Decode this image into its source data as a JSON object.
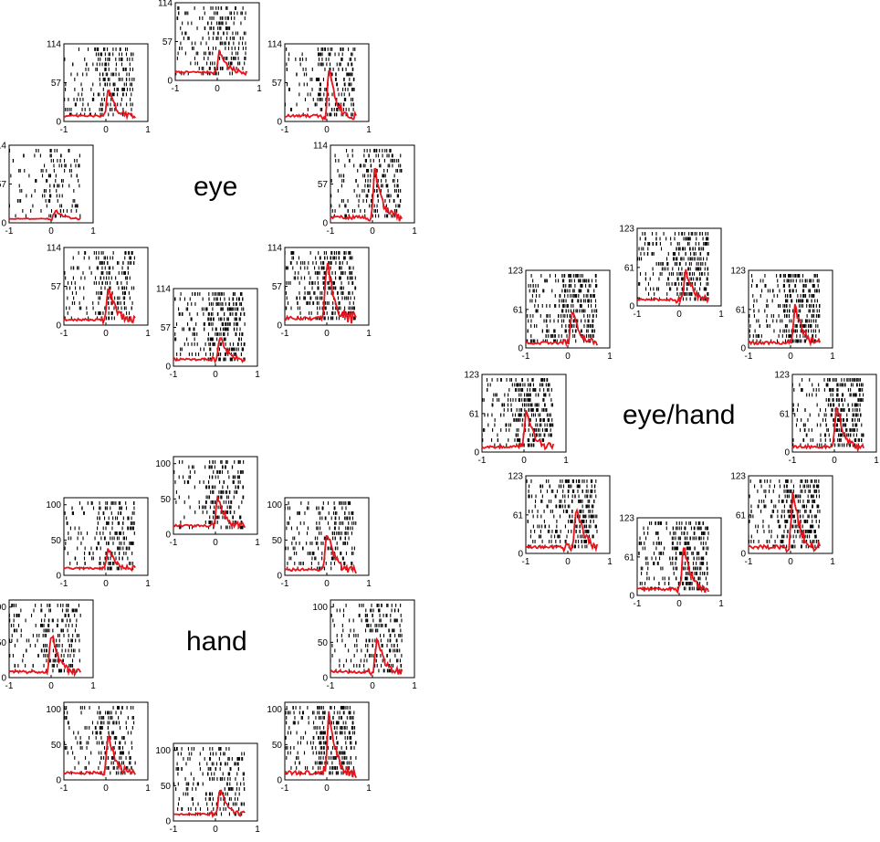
{
  "chart_data": [
    {
      "type": "raster-psth",
      "group_label": "eye",
      "xlim": [
        -1,
        1
      ],
      "xticks": [
        -1,
        0,
        1
      ],
      "ylim": [
        0,
        114
      ],
      "yticks": [
        0,
        57,
        114
      ],
      "colors": {
        "spikes": "#000000",
        "psth": "#e8141c"
      },
      "panels": [
        {
          "position": "top",
          "raster_x_range": [
            -1.0,
            0.7
          ],
          "raster_density": "medium",
          "psth_peak_x": 0.05,
          "psth_peak": 42,
          "psth_baseline": 12
        },
        {
          "position": "top-left",
          "raster_x_range": [
            -1.0,
            0.7
          ],
          "raster_density": "medium",
          "psth_peak_x": 0.05,
          "psth_peak": 45,
          "psth_baseline": 8
        },
        {
          "position": "top-right",
          "raster_x_range": [
            -1.0,
            0.7
          ],
          "raster_density": "medium",
          "psth_peak_x": 0.05,
          "psth_peak": 78,
          "psth_baseline": 8
        },
        {
          "position": "left",
          "raster_x_range": [
            -1.0,
            0.7
          ],
          "raster_density": "low",
          "psth_peak_x": 0.1,
          "psth_peak": 18,
          "psth_baseline": 6
        },
        {
          "position": "right",
          "raster_x_range": [
            -1.0,
            0.7
          ],
          "raster_density": "medium",
          "psth_peak_x": 0.05,
          "psth_peak": 78,
          "psth_baseline": 8
        },
        {
          "position": "bottom-left",
          "raster_x_range": [
            -1.0,
            0.7
          ],
          "raster_density": "medium",
          "psth_peak_x": 0.05,
          "psth_peak": 55,
          "psth_baseline": 8
        },
        {
          "position": "bottom",
          "raster_x_range": [
            -1.0,
            0.7
          ],
          "raster_density": "high",
          "psth_peak_x": 0.1,
          "psth_peak": 45,
          "psth_baseline": 10
        },
        {
          "position": "bottom-right",
          "raster_x_range": [
            -1.0,
            0.7
          ],
          "raster_density": "high",
          "psth_peak_x": 0.0,
          "psth_peak": 95,
          "psth_baseline": 10
        }
      ]
    },
    {
      "type": "raster-psth",
      "group_label": "hand",
      "xlim": [
        -1,
        1
      ],
      "xticks": [
        -1,
        0,
        1
      ],
      "ylim": [
        0,
        110
      ],
      "yticks": [
        0,
        50,
        100
      ],
      "colors": {
        "spikes": "#000000",
        "psth": "#e8141c"
      },
      "panels": [
        {
          "position": "top",
          "raster_x_range": [
            -1.0,
            0.7
          ],
          "raster_density": "medium",
          "psth_peak_x": 0.05,
          "psth_peak": 50,
          "psth_baseline": 12
        },
        {
          "position": "top-left",
          "raster_x_range": [
            -1.0,
            0.7
          ],
          "raster_density": "medium",
          "psth_peak_x": 0.05,
          "psth_peak": 38,
          "psth_baseline": 10
        },
        {
          "position": "top-right",
          "raster_x_range": [
            -1.0,
            0.7
          ],
          "raster_density": "medium",
          "psth_peak_x": 0.0,
          "psth_peak": 62,
          "psth_baseline": 8
        },
        {
          "position": "left",
          "raster_x_range": [
            -1.0,
            0.7
          ],
          "raster_density": "medium",
          "psth_peak_x": 0.0,
          "psth_peak": 62,
          "psth_baseline": 8
        },
        {
          "position": "right",
          "raster_x_range": [
            -1.0,
            0.7
          ],
          "raster_density": "medium",
          "psth_peak_x": 0.1,
          "psth_peak": 55,
          "psth_baseline": 8
        },
        {
          "position": "bottom-left",
          "raster_x_range": [
            -1.0,
            0.7
          ],
          "raster_density": "medium",
          "psth_peak_x": 0.05,
          "psth_peak": 62,
          "psth_baseline": 10
        },
        {
          "position": "bottom",
          "raster_x_range": [
            -1.0,
            0.7
          ],
          "raster_density": "medium",
          "psth_peak_x": 0.1,
          "psth_peak": 45,
          "psth_baseline": 10
        },
        {
          "position": "bottom-right",
          "raster_x_range": [
            -1.0,
            0.7
          ],
          "raster_density": "high",
          "psth_peak_x": 0.05,
          "psth_peak": 95,
          "psth_baseline": 10
        }
      ]
    },
    {
      "type": "raster-psth",
      "group_label": "eye/hand",
      "xlim": [
        -1,
        1
      ],
      "xticks": [
        -1,
        0,
        1
      ],
      "ylim": [
        0,
        123
      ],
      "yticks": [
        0,
        61,
        123
      ],
      "colors": {
        "spikes": "#000000",
        "psth": "#e8141c"
      },
      "panels": [
        {
          "position": "top",
          "raster_x_range": [
            -1.0,
            0.7
          ],
          "raster_density": "high",
          "psth_peak_x": 0.15,
          "psth_peak": 55,
          "psth_baseline": 10
        },
        {
          "position": "top-left",
          "raster_x_range": [
            -1.0,
            0.7
          ],
          "raster_density": "high",
          "psth_peak_x": 0.1,
          "psth_peak": 62,
          "psth_baseline": 8
        },
        {
          "position": "top-right",
          "raster_x_range": [
            -1.0,
            0.7
          ],
          "raster_density": "high",
          "psth_peak_x": 0.1,
          "psth_peak": 65,
          "psth_baseline": 8
        },
        {
          "position": "left",
          "raster_x_range": [
            -1.0,
            0.7
          ],
          "raster_density": "high",
          "psth_peak_x": 0.05,
          "psth_peak": 62,
          "psth_baseline": 8
        },
        {
          "position": "right",
          "raster_x_range": [
            -1.0,
            0.7
          ],
          "raster_density": "high",
          "psth_peak_x": 0.05,
          "psth_peak": 70,
          "psth_baseline": 8
        },
        {
          "position": "bottom-left",
          "raster_x_range": [
            -1.0,
            0.7
          ],
          "raster_density": "high",
          "psth_peak_x": 0.2,
          "psth_peak": 72,
          "psth_baseline": 10
        },
        {
          "position": "bottom",
          "raster_x_range": [
            -1.0,
            0.7
          ],
          "raster_density": "high",
          "psth_peak_x": 0.1,
          "psth_peak": 75,
          "psth_baseline": 10
        },
        {
          "position": "bottom-right",
          "raster_x_range": [
            -1.0,
            0.7
          ],
          "raster_density": "high",
          "psth_peak_x": 0.05,
          "psth_peak": 95,
          "psth_baseline": 10
        }
      ]
    }
  ]
}
